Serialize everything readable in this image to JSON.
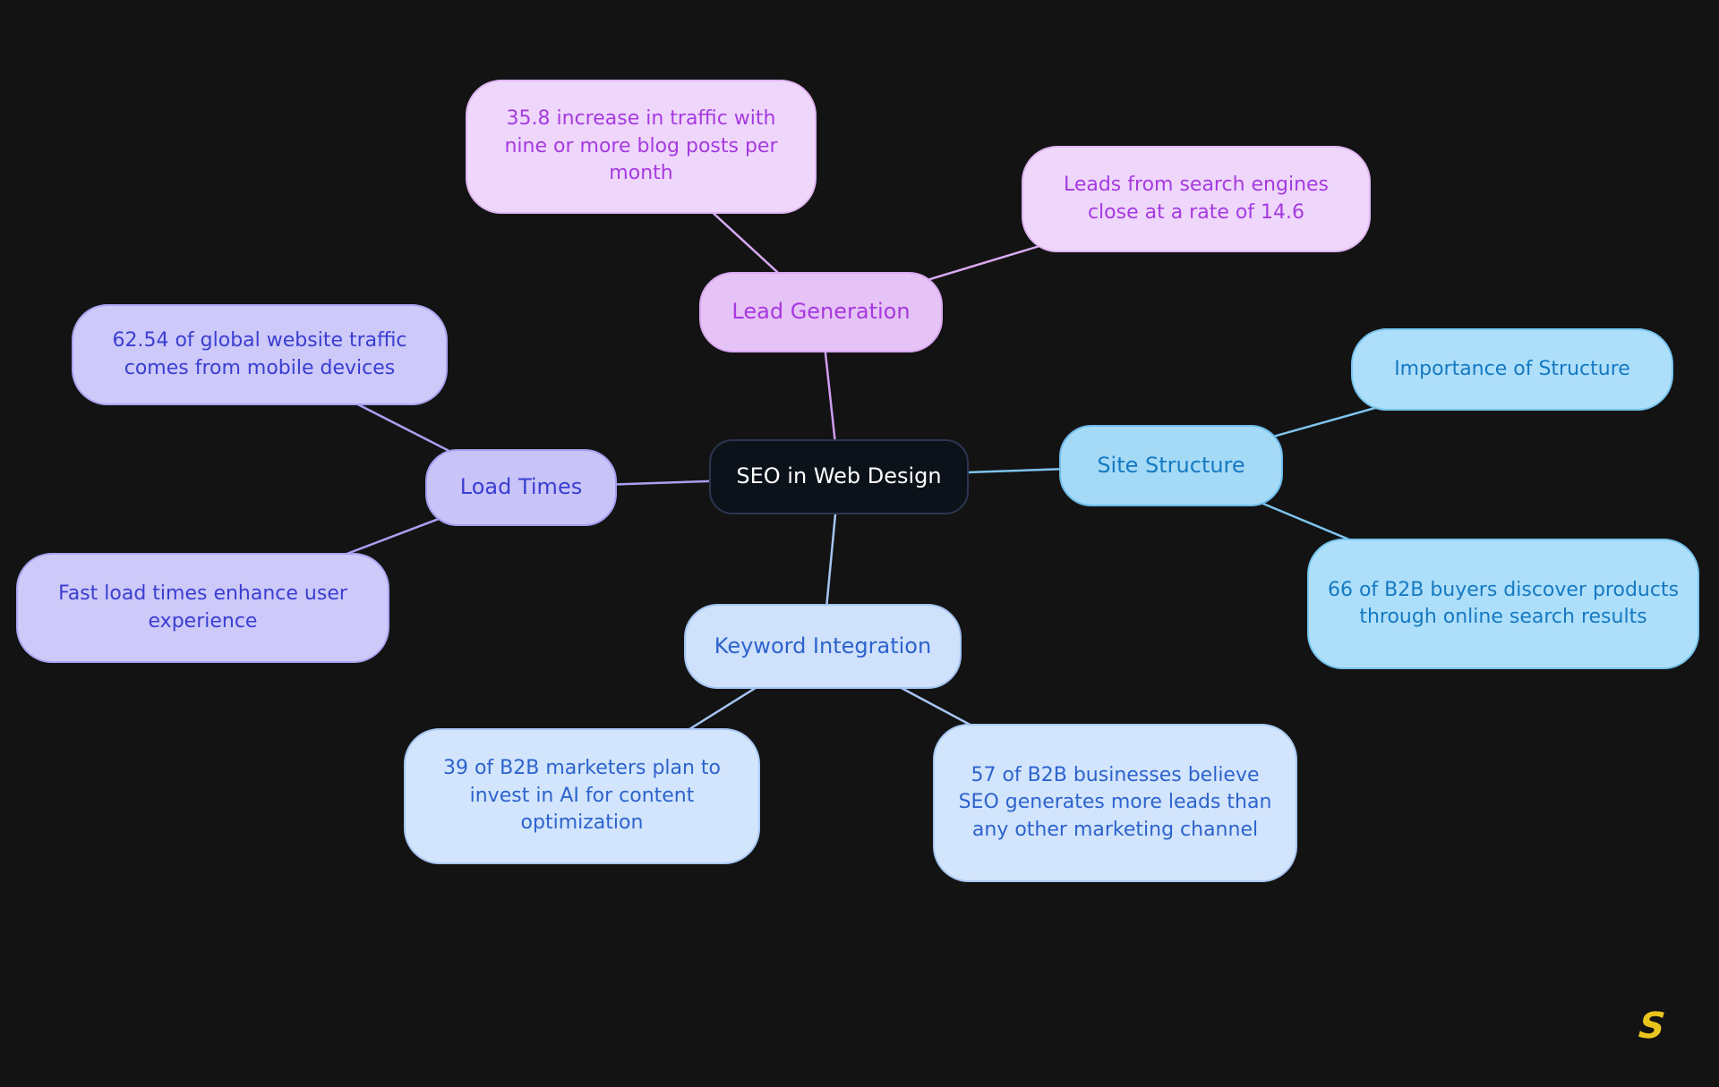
{
  "canvas": {
    "background": "#131313"
  },
  "mindmap": {
    "root": {
      "label": "SEO in Web Design",
      "fill": "#0c1219",
      "border": "#2a3750",
      "text_color": "#ffffff"
    },
    "branches": [
      {
        "name": "lead-generation",
        "label": "Lead Generation",
        "fill": "#e6c3f6",
        "border": "#d9a8f0",
        "text_color": "#a638dd",
        "edge_color": "#cf9def",
        "children": [
          {
            "label": "35.8 increase in traffic with nine or more blog posts per month"
          },
          {
            "label": "Leads from search engines close at a rate of 14.6"
          }
        ]
      },
      {
        "name": "load-times",
        "label": "Load Times",
        "fill": "#c8c4f8",
        "border": "#a59ef0",
        "text_color": "#3a3ed1",
        "edge_color": "#a8a1f0",
        "children": [
          {
            "label": "62.54 of global website traffic comes from mobile devices"
          },
          {
            "label": "Fast load times enhance user experience"
          }
        ]
      },
      {
        "name": "site-structure",
        "label": "Site Structure",
        "fill": "#a5daf7",
        "border": "#6fbcea",
        "text_color": "#1579c2",
        "edge_color": "#7ec4ee",
        "children": [
          {
            "label": "Importance of Structure"
          },
          {
            "label": "66 of B2B buyers discover products through online search results"
          }
        ]
      },
      {
        "name": "keyword-integration",
        "label": "Keyword Integration",
        "fill": "#cfe1fb",
        "border": "#a3c3f1",
        "text_color": "#2d63cd",
        "edge_color": "#a6c6f2",
        "children": [
          {
            "label": "39 of B2B marketers plan to invest in AI for content optimization"
          },
          {
            "label": "57 of B2B businesses believe SEO generates more leads than any other marketing channel"
          }
        ]
      }
    ],
    "logo_text": "S",
    "logo_color": "#e9c41c"
  }
}
